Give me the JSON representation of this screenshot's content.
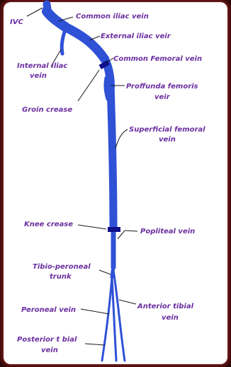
{
  "colors": {
    "vein": "#2f51d6",
    "label": "#6b2fa0",
    "marker": "#10108a",
    "leader": "#1a1a1a",
    "border": "#7a1a1a"
  },
  "labels": {
    "ivc": "IVC",
    "common_iliac": "Common iliac vein",
    "external_iliac": "External iliac veir",
    "internal_iliac_1": "Internal Iliac",
    "internal_iliac_2": "vein",
    "common_femoral": "Common Femoral vein",
    "groin_crease": "Groin crease",
    "profunda_1": "Proffunda femoris",
    "profunda_2": "veir",
    "superficial_femoral_1": "Superficial femoral",
    "superficial_femoral_2": "vein",
    "knee_crease": "Knee crease",
    "popliteal": "Popliteal vein",
    "tibio_peroneal_1": "Tibio-peroneal",
    "tibio_peroneal_2": "trunk",
    "peroneal": "Peroneal vein",
    "anterior_tibial_1": "Anterior tibial",
    "anterior_tibial_2": "vein",
    "posterior_tibial_1": "Posterior t bial",
    "posterior_tibial_2": "vein"
  }
}
